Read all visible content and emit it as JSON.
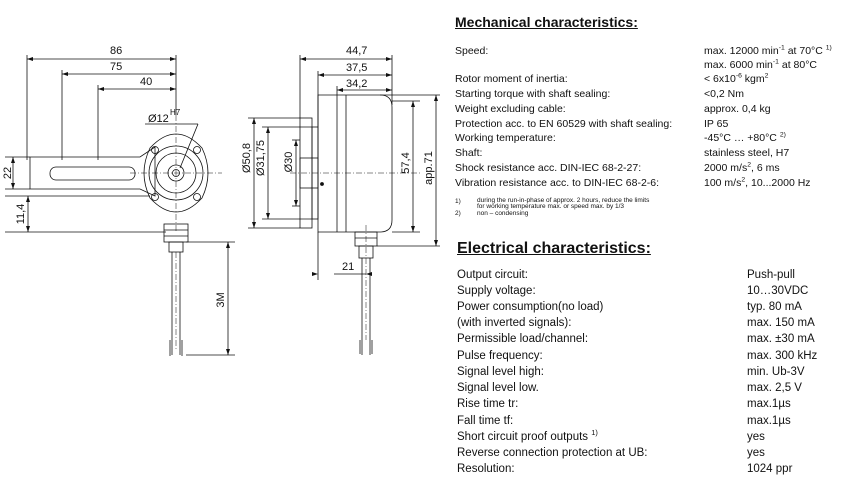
{
  "drawing": {
    "dim_86": "86",
    "dim_75": "75",
    "dim_40": "40",
    "dim_phi12": "Ø12",
    "dim_h7": "H7",
    "dim_22": "22",
    "dim_11_4": "11,4",
    "dim_3m": "3M",
    "dim_44_7": "44,7",
    "dim_37_5": "37,5",
    "dim_34_2": "34,2",
    "dim_phi50_8": "Ø50,8",
    "dim_phi31_75": "Ø31,75",
    "dim_phi30": "Ø30",
    "dim_57_4": "57,4",
    "dim_app71": "app.71",
    "dim_21": "21"
  },
  "mechanical": {
    "title": "Mechanical characteristics:",
    "speed_label": "Speed:",
    "speed_value_1": "max. 12000 min",
    "speed_sup_1": "-1",
    "speed_tail_1": " at 70°C",
    "speed_note_1": "1)",
    "speed_value_2": "max. 6000 min",
    "speed_sup_2": "-1",
    "speed_tail_2": " at 80°C",
    "inertia_label": "Rotor moment of inertia:",
    "inertia_value": "< 6x10",
    "inertia_sup": "-6",
    "inertia_unit": " kgm",
    "inertia_unit_sup": "2",
    "torque_label": "Starting torque with shaft sealing:",
    "torque_value": "<0,2 Nm",
    "weight_label": "Weight excluding cable:",
    "weight_value": "approx. 0,4 kg",
    "protection_label": "Protection acc. to EN 60529 with shaft sealing:",
    "protection_value": "IP 65",
    "temp_label": "Working temperature:",
    "temp_value": "-45°C … +80°C",
    "temp_note": "2)",
    "shaft_label": "Shaft:",
    "shaft_value": "stainless steel, H7",
    "shock_label": "Shock resistance acc.  DIN-IEC 68-2-27:",
    "shock_value": "2000 m/s",
    "shock_sup": "2",
    "shock_tail": ", 6 ms",
    "vibration_label": "Vibration resistance acc. to DIN-IEC 68-2-6:",
    "vibration_value": "100 m/s",
    "vibration_sup": "2",
    "vibration_tail": ", 10...2000 Hz",
    "footnote_1_marker": "1)",
    "footnote_1_line_1": "during the run-in-phase of approx. 2 hours, reduce the limits",
    "footnote_1_line_2": "for working temperature max. or speed max. by 1/3",
    "footnote_2_marker": "2)",
    "footnote_2_text": "non – condensing"
  },
  "electrical": {
    "title": "Electrical characteristics:",
    "rows": [
      {
        "label": "Output circuit:",
        "value": "Push-pull"
      },
      {
        "label": "Supply voltage:",
        "value": "10…30VDC"
      },
      {
        "label": "Power consumption(no load)",
        "value": "typ. 80 mA"
      },
      {
        "label": "(with inverted signals):",
        "value": "max. 150 mA"
      },
      {
        "label": "Permissible load/channel:",
        "value": "max. ±30 mA"
      },
      {
        "label": "Pulse frequency:",
        "value": "max. 300 kHz"
      },
      {
        "label": "Signal level high:",
        "value": "min. Ub-3V"
      },
      {
        "label": "Signal level low.",
        "value": "max. 2,5 V"
      },
      {
        "label": "Rise time tr:",
        "value": "max.1µs"
      },
      {
        "label": "Fall time tf:",
        "value": "max.1µs"
      },
      {
        "label": "Short circuit proof outputs",
        "value": "yes"
      },
      {
        "label": "Reverse connection protection at UB:",
        "value": "yes"
      },
      {
        "label": "Resolution:",
        "value": "1024 ppr"
      }
    ],
    "short_circuit_note": "1)"
  }
}
